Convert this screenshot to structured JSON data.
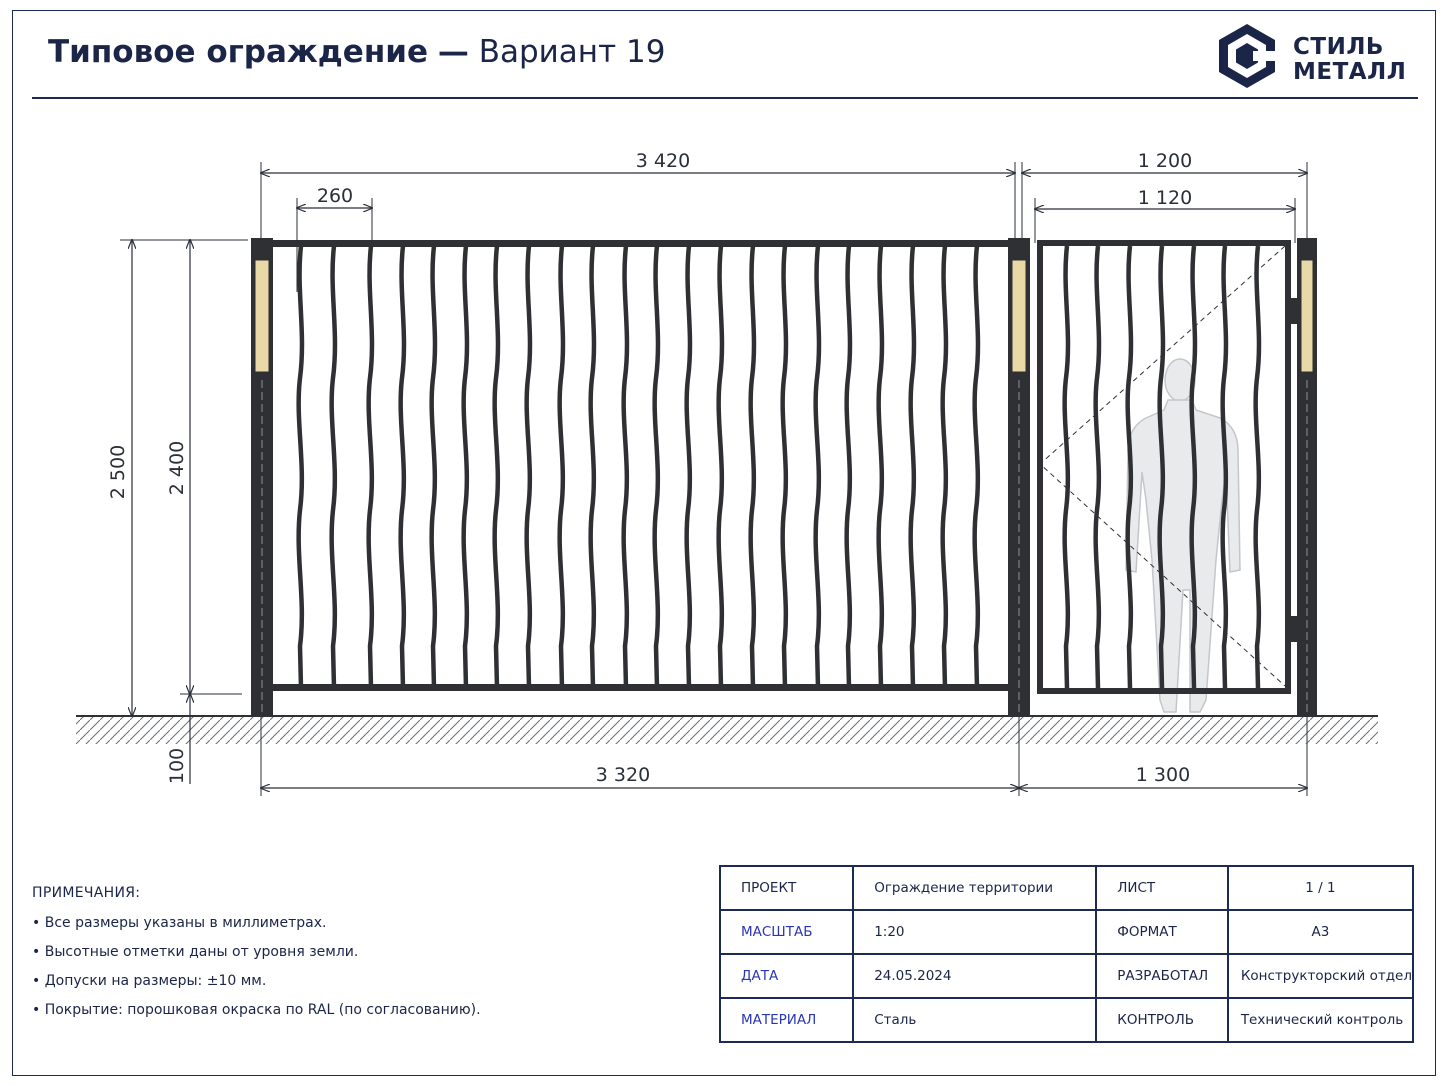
{
  "header": {
    "title": "Типовое ограждение",
    "separator": "—",
    "variant": "Вариант 19"
  },
  "logo": {
    "line1": "СТИЛЬ",
    "line2": "МЕТАЛЛ",
    "icon": "stil-metall-logo-icon"
  },
  "dimensions": {
    "fence_span_top": "3 420",
    "bar_pitch": "260",
    "gate_overall_top": "1 200",
    "gate_leaf": "1 120",
    "total_height": "2 500",
    "panel_height": "2 400",
    "ground_gap": "100",
    "fence_span_bottom": "3 320",
    "gate_span_bottom": "1 300"
  },
  "notes": {
    "title": "ПРИМЕЧАНИЯ:",
    "items": [
      "• Все размеры указаны в миллиметрах.",
      "• Высотные отметки даны от уровня земли.",
      "• Допуски на размеры: ±10 мм.",
      "• Покрытие: порошковая окраска по RAL (по согласованию)."
    ]
  },
  "stamp": {
    "project_label": "ПРОЕКТ",
    "project_value": "Ограждение территории",
    "sheet_label": "ЛИСТ",
    "sheet_value": "1 / 1",
    "scale_label": "МАСШТАБ",
    "scale_value": "1:20",
    "format_label": "ФОРМАТ",
    "format_value": "А3",
    "date_label": "ДАТА",
    "date_value": "24.05.2024",
    "developer_label": "РАЗРАБОТАЛ",
    "developer_value": "Конструкторский отдел",
    "material_label": "МАТЕРИАЛ",
    "material_value": "Сталь",
    "control_label": "КОНТРОЛЬ",
    "control_value": "Технический контроль"
  },
  "colors": {
    "ink": "#1c2b52",
    "metal": "#2f3033",
    "hinge_plate": "#e8d9a6",
    "blue_label": "#2a36b8"
  }
}
